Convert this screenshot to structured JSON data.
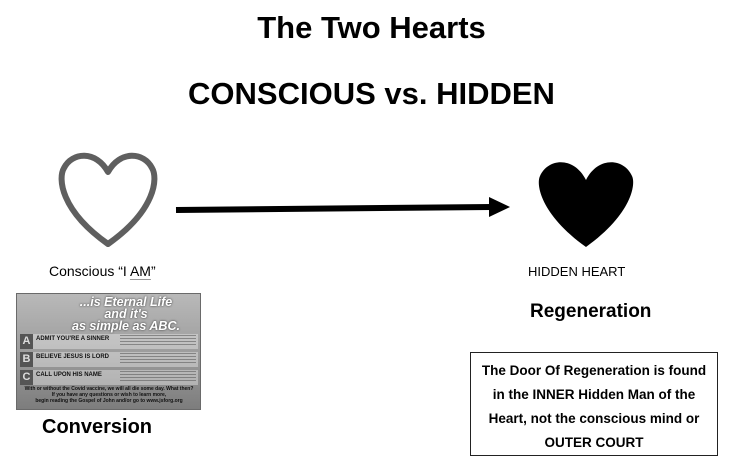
{
  "title_line1": "The Two Hearts",
  "title_line2": "CONSCIOUS vs. HIDDEN",
  "left": {
    "label_prefix": "Conscious “I ",
    "label_am": "AM",
    "label_suffix": "”",
    "caption": "Conversion"
  },
  "right": {
    "label": "HIDDEN HEART",
    "caption": "Regeneration"
  },
  "box_text": "The Door Of Regeneration is found in the INNER Hidden Man of the Heart, not the conscious mind or OUTER COURT",
  "tract": {
    "headline_1": "...is Eternal Life",
    "headline_2": "and it's",
    "headline_3": "as simple as ABC.",
    "steps": [
      {
        "letter": "A",
        "text": "ADMIT YOU'RE A SINNER"
      },
      {
        "letter": "B",
        "text": "BELIEVE JESUS IS LORD"
      },
      {
        "letter": "C",
        "text": "CALL UPON HIS NAME"
      }
    ],
    "footer_1": "With or without the Covid vaccine, we will all die some day. What then?",
    "footer_2": "If you have any questions or wish to learn more,",
    "footer_3": "begin reading the Gospel of John and/or go to www.jsforg.org"
  },
  "colors": {
    "outline_heart": "#5f5f5f",
    "filled_heart": "#000000",
    "arrow": "#000000"
  }
}
